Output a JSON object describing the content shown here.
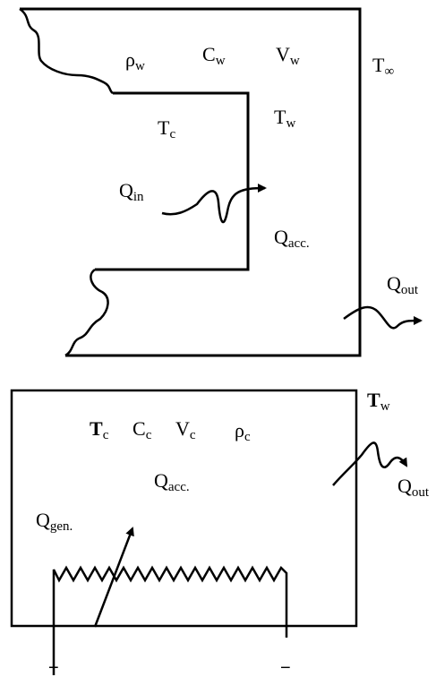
{
  "top_diagram": {
    "labels": {
      "rho_w": {
        "main": "ρ",
        "sub": "w"
      },
      "c_w": {
        "main": "C",
        "sub": "w"
      },
      "v_w": {
        "main": "V",
        "sub": "w"
      },
      "t_inf": {
        "main": "T",
        "sub": "∞"
      },
      "t_c": {
        "main": "T",
        "sub": "c"
      },
      "t_w": {
        "main": "T",
        "sub": "w"
      },
      "q_in": {
        "main": "Q",
        "sub": "in"
      },
      "q_acc": {
        "main": "Q",
        "sub": "acc."
      },
      "q_out": {
        "main": "Q",
        "sub": "out"
      }
    }
  },
  "bottom_diagram": {
    "labels": {
      "t_w": {
        "main": "T",
        "sub": "w"
      },
      "t_c": {
        "main": "T",
        "sub": "c"
      },
      "c_c": {
        "main": "C",
        "sub": "c"
      },
      "v_c": {
        "main": "V",
        "sub": "c"
      },
      "rho_c": {
        "main": "ρ",
        "sub": "c"
      },
      "q_acc": {
        "main": "Q",
        "sub": "acc."
      },
      "q_out": {
        "main": "Q",
        "sub": "out"
      },
      "q_gen": {
        "main": "Q",
        "sub": "gen."
      }
    },
    "terminals": {
      "plus": "+",
      "minus": "−"
    }
  }
}
